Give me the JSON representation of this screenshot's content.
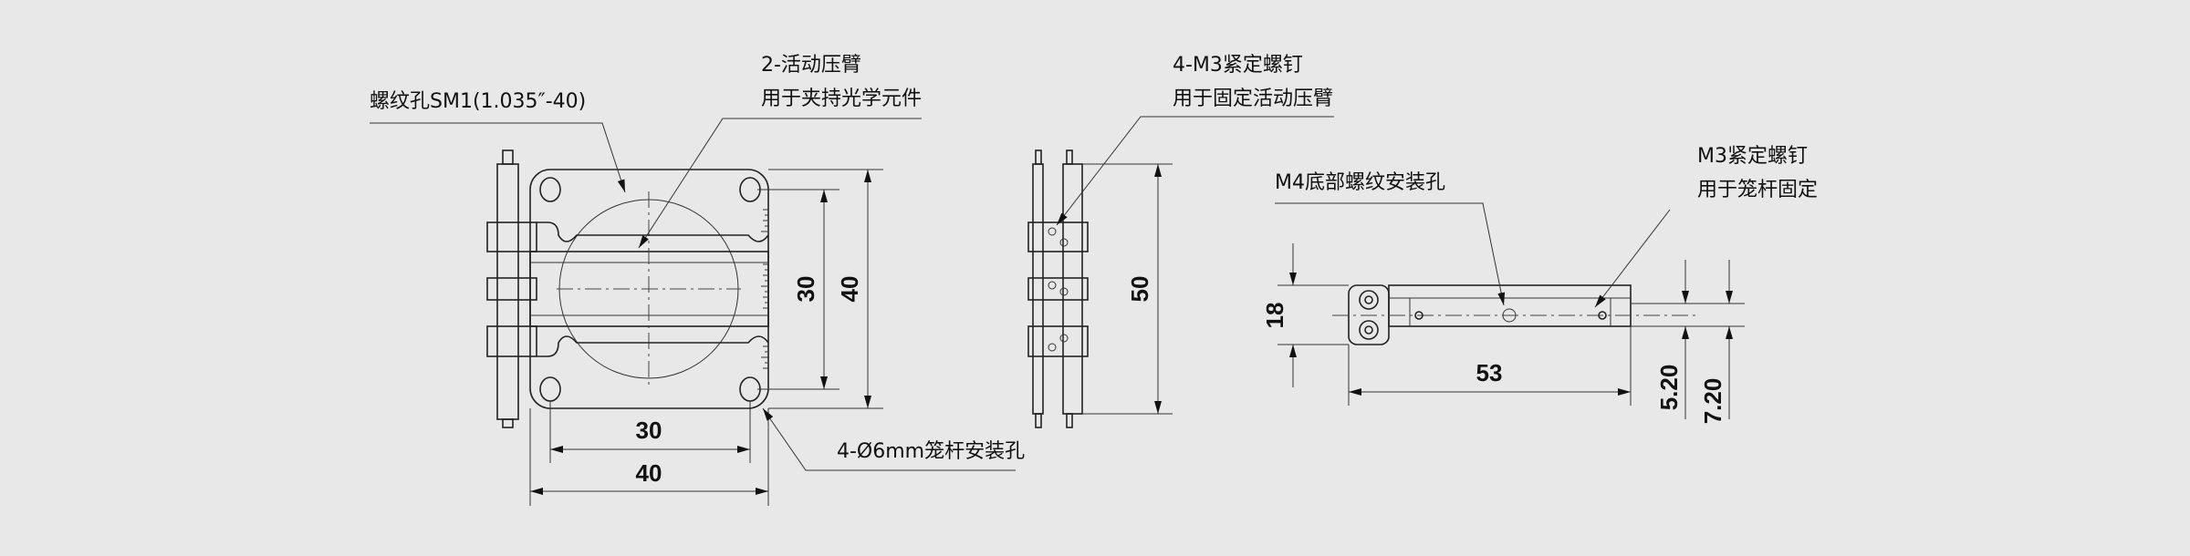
{
  "labels": {
    "thread_hole": "螺纹孔SM1(1.035″-40)",
    "arm_line1": "2-活动压臂",
    "arm_line2": "用于夹持光学元件",
    "cage_holes": "4-Ø6mm笼杆安装孔",
    "setscrew_line1": "4-M3紧定螺钉",
    "setscrew_line2": "用于固定活动压臂",
    "m4_hole": "M4底部螺纹安装孔",
    "m3_line1": "M3紧定螺钉",
    "m3_line2": "用于笼杆固定"
  },
  "dimensions": {
    "front_inner_v": "30",
    "front_outer_v": "40",
    "front_inner_h": "30",
    "front_outer_h": "40",
    "side_height": "50",
    "top_height": "18",
    "top_length": "53",
    "top_offset_a": "5.20",
    "top_offset_b": "7.20"
  }
}
